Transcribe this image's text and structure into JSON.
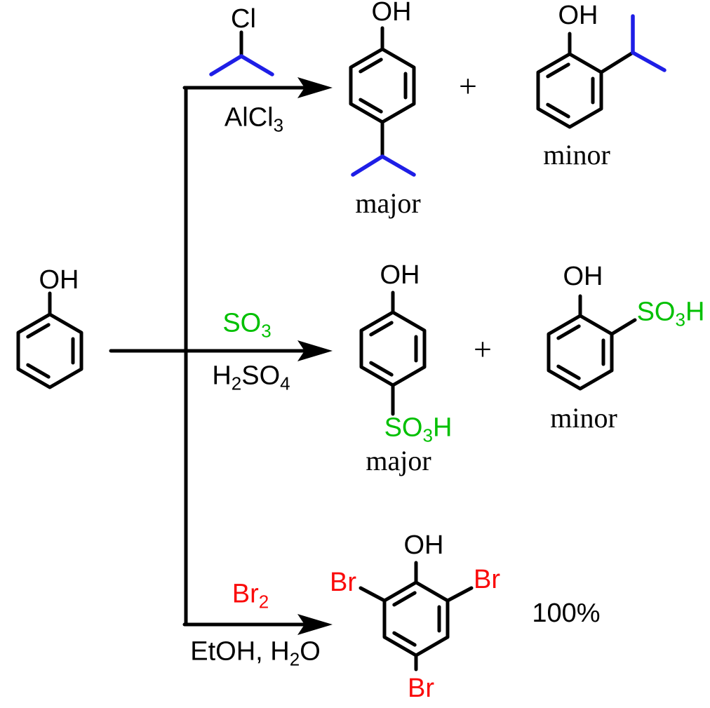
{
  "colors": {
    "background": "#FFFFFF",
    "black": "#000000",
    "blue": "#1E1EE6",
    "green": "#00C000",
    "red": "#FA0A0A"
  },
  "phenol": {
    "oh": "OH"
  },
  "reactions": {
    "alkylation": {
      "reagent_cl": "Cl",
      "cat_base": "AlCl",
      "cat_sub": "3",
      "major_oh": "OH",
      "major_label": "major",
      "plus": "+",
      "minor_oh": "OH",
      "minor_label": "minor"
    },
    "sulfonation": {
      "above_base": "SO",
      "above_sub": "3",
      "below_p1": "H",
      "below_s1": "2",
      "below_p2": "SO",
      "below_s2": "4",
      "major_oh": "OH",
      "major_group_p1": "SO",
      "major_group_s1": "3",
      "major_group_p2": "H",
      "major_label": "major",
      "plus": "+",
      "minor_oh": "OH",
      "minor_group_p1": "SO",
      "minor_group_s1": "3",
      "minor_group_p2": "H",
      "minor_label": "minor"
    },
    "bromination": {
      "above_base": "Br",
      "above_sub": "2",
      "below_p1": "EtOH, H",
      "below_s1": "2",
      "below_p2": "O",
      "product_oh": "OH",
      "br_left": "Br",
      "br_right": "Br",
      "br_bottom": "Br",
      "yield": "100%"
    }
  }
}
